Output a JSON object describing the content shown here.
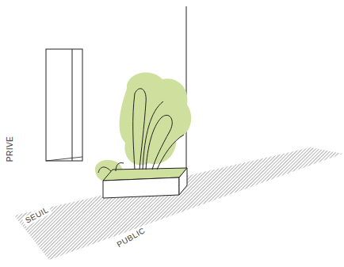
{
  "diagram": {
    "labels": [
      "PRIVE",
      "SEUIL",
      "PUBLIC"
    ]
  }
}
